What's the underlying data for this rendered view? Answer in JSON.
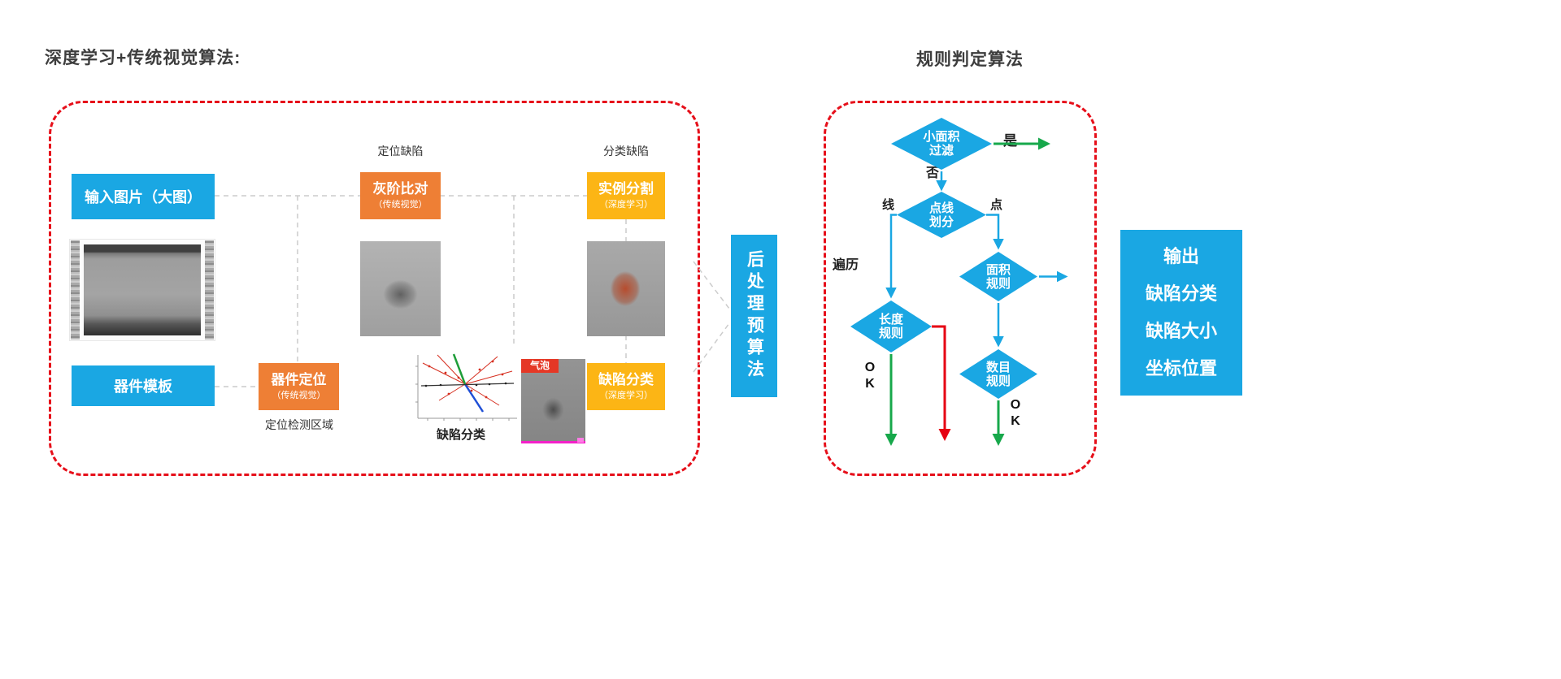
{
  "titles": {
    "left": "深度学习+传统视觉算法:",
    "right": "规则判定算法"
  },
  "pipeline": {
    "input_image_label": "输入图片（大图）",
    "device_template_label": "器件模板",
    "device_locate": {
      "title": "器件定位",
      "subtitle": "（传统视觉）"
    },
    "locate_region_caption": "定位检测区域",
    "locate_defect_caption": "定位缺陷",
    "gray_compare": {
      "title": "灰阶比对",
      "subtitle": "（传统视觉）"
    },
    "classify_defect_caption": "分类缺陷",
    "instance_segmentation": {
      "title": "实例分割",
      "subtitle": "（深度学习）"
    },
    "defect_classification": {
      "title": "缺陷分类",
      "subtitle": "（深度学习）"
    },
    "scatter_caption": "缺陷分类",
    "bubble_tag": "气泡",
    "post_processing_label": "后处理预算法"
  },
  "rules": {
    "small_area_filter": {
      "line1": "小面积",
      "line2": "过滤"
    },
    "yes_label": "是",
    "no_label": "否",
    "point_line_split": {
      "line1": "点线",
      "line2": "划分"
    },
    "line_label": "线",
    "point_label": "点",
    "traverse_label": "遍历",
    "area_rule": {
      "line1": "面积",
      "line2": "规则"
    },
    "length_rule": {
      "line1": "长度",
      "line2": "规则"
    },
    "count_rule": {
      "line1": "数目",
      "line2": "规则"
    },
    "ok_line1": "O",
    "ok_line2": "K"
  },
  "output": {
    "lines": [
      "输出",
      "缺陷分类",
      "缺陷大小",
      "坐标位置"
    ]
  },
  "colors": {
    "box_blue": "#1aa7e3",
    "box_orange": "#ee7f35",
    "box_yellow": "#fcb515",
    "frame_red": "#e60f1a",
    "arrow_green": "#17a84b",
    "arrow_red": "#e60012",
    "connector_gray": "#cccccc"
  }
}
